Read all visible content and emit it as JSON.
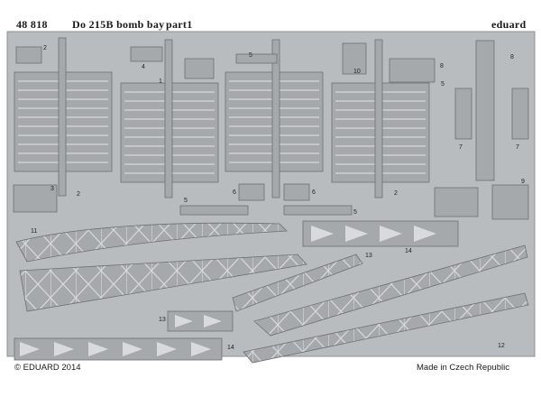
{
  "header": {
    "code": "48 818",
    "title": "Do 215B bomb bay",
    "part": "part1",
    "brand": "eduard"
  },
  "footer": {
    "copyright": "© EDUARD 2014",
    "origin": "Made in Czech Republic"
  },
  "part_numbers": [
    "1",
    "2",
    "3",
    "4",
    "5",
    "6",
    "7",
    "8",
    "9",
    "10",
    "11",
    "12",
    "13",
    "14"
  ],
  "colors": {
    "fret_metal": "#b9bcbf",
    "part_metal": "#a6a9ac",
    "etch_line": "#6d7073",
    "background": "#ffffff"
  }
}
